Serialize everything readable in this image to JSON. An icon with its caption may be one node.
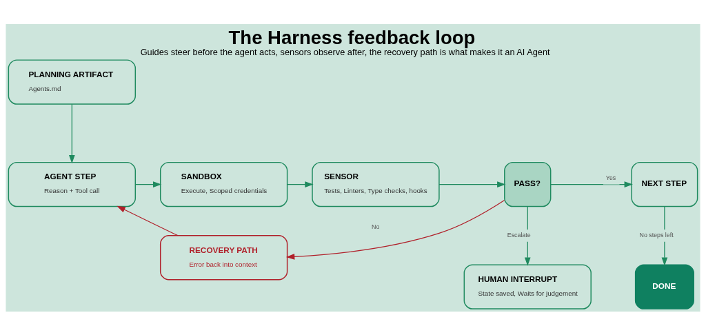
{
  "diagram": {
    "title": "The Harness feedback loop",
    "caption": "Guides steer before the agent acts, sensors observe after, the recovery path is what makes it an AI Agent",
    "nodes": [
      {
        "text": [
          "PLANNING ARTIFACT",
          "Agents.md"
        ]
      },
      {
        "text": [
          "AGENT STEP",
          "Reason + Tool call"
        ]
      },
      {
        "text": [
          "SANDBOX",
          "Execute, Scoped credentials"
        ]
      },
      {
        "text": [
          "SENSOR",
          "Tests, Linters, Type checks, hooks"
        ]
      },
      {
        "text": [
          "PASS?"
        ]
      },
      {
        "text": [
          "NEXT STEP"
        ]
      },
      {
        "text": [
          "HUMAN INTERRUPT",
          "State saved, Waits for judgement"
        ]
      },
      {
        "text": [
          "RECOVERY PATH",
          "Error back into context"
        ]
      },
      {
        "text": [
          "DONE"
        ]
      }
    ],
    "edges": [
      {
        "from": 0,
        "to": 1,
        "arrow": "to"
      },
      {
        "from": 1,
        "to": 2,
        "arrow": "to"
      },
      {
        "from": 2,
        "to": 3,
        "arrow": "to"
      },
      {
        "from": 3,
        "to": 4,
        "arrow": "to"
      },
      {
        "from": 4,
        "to": 5,
        "arrow": "to",
        "label": "Yes"
      },
      {
        "from": 4,
        "to": 6,
        "arrow": "to",
        "label": "Escalate"
      },
      {
        "from": 5,
        "to": 8,
        "arrow": "to",
        "label": "No steps left"
      },
      {
        "from": 4,
        "to": 7,
        "arrow": "to",
        "label": "No",
        "color": "#b0202a"
      },
      {
        "from": 7,
        "to": 1,
        "arrow": "to",
        "color": "#b0202a"
      }
    ]
  }
}
